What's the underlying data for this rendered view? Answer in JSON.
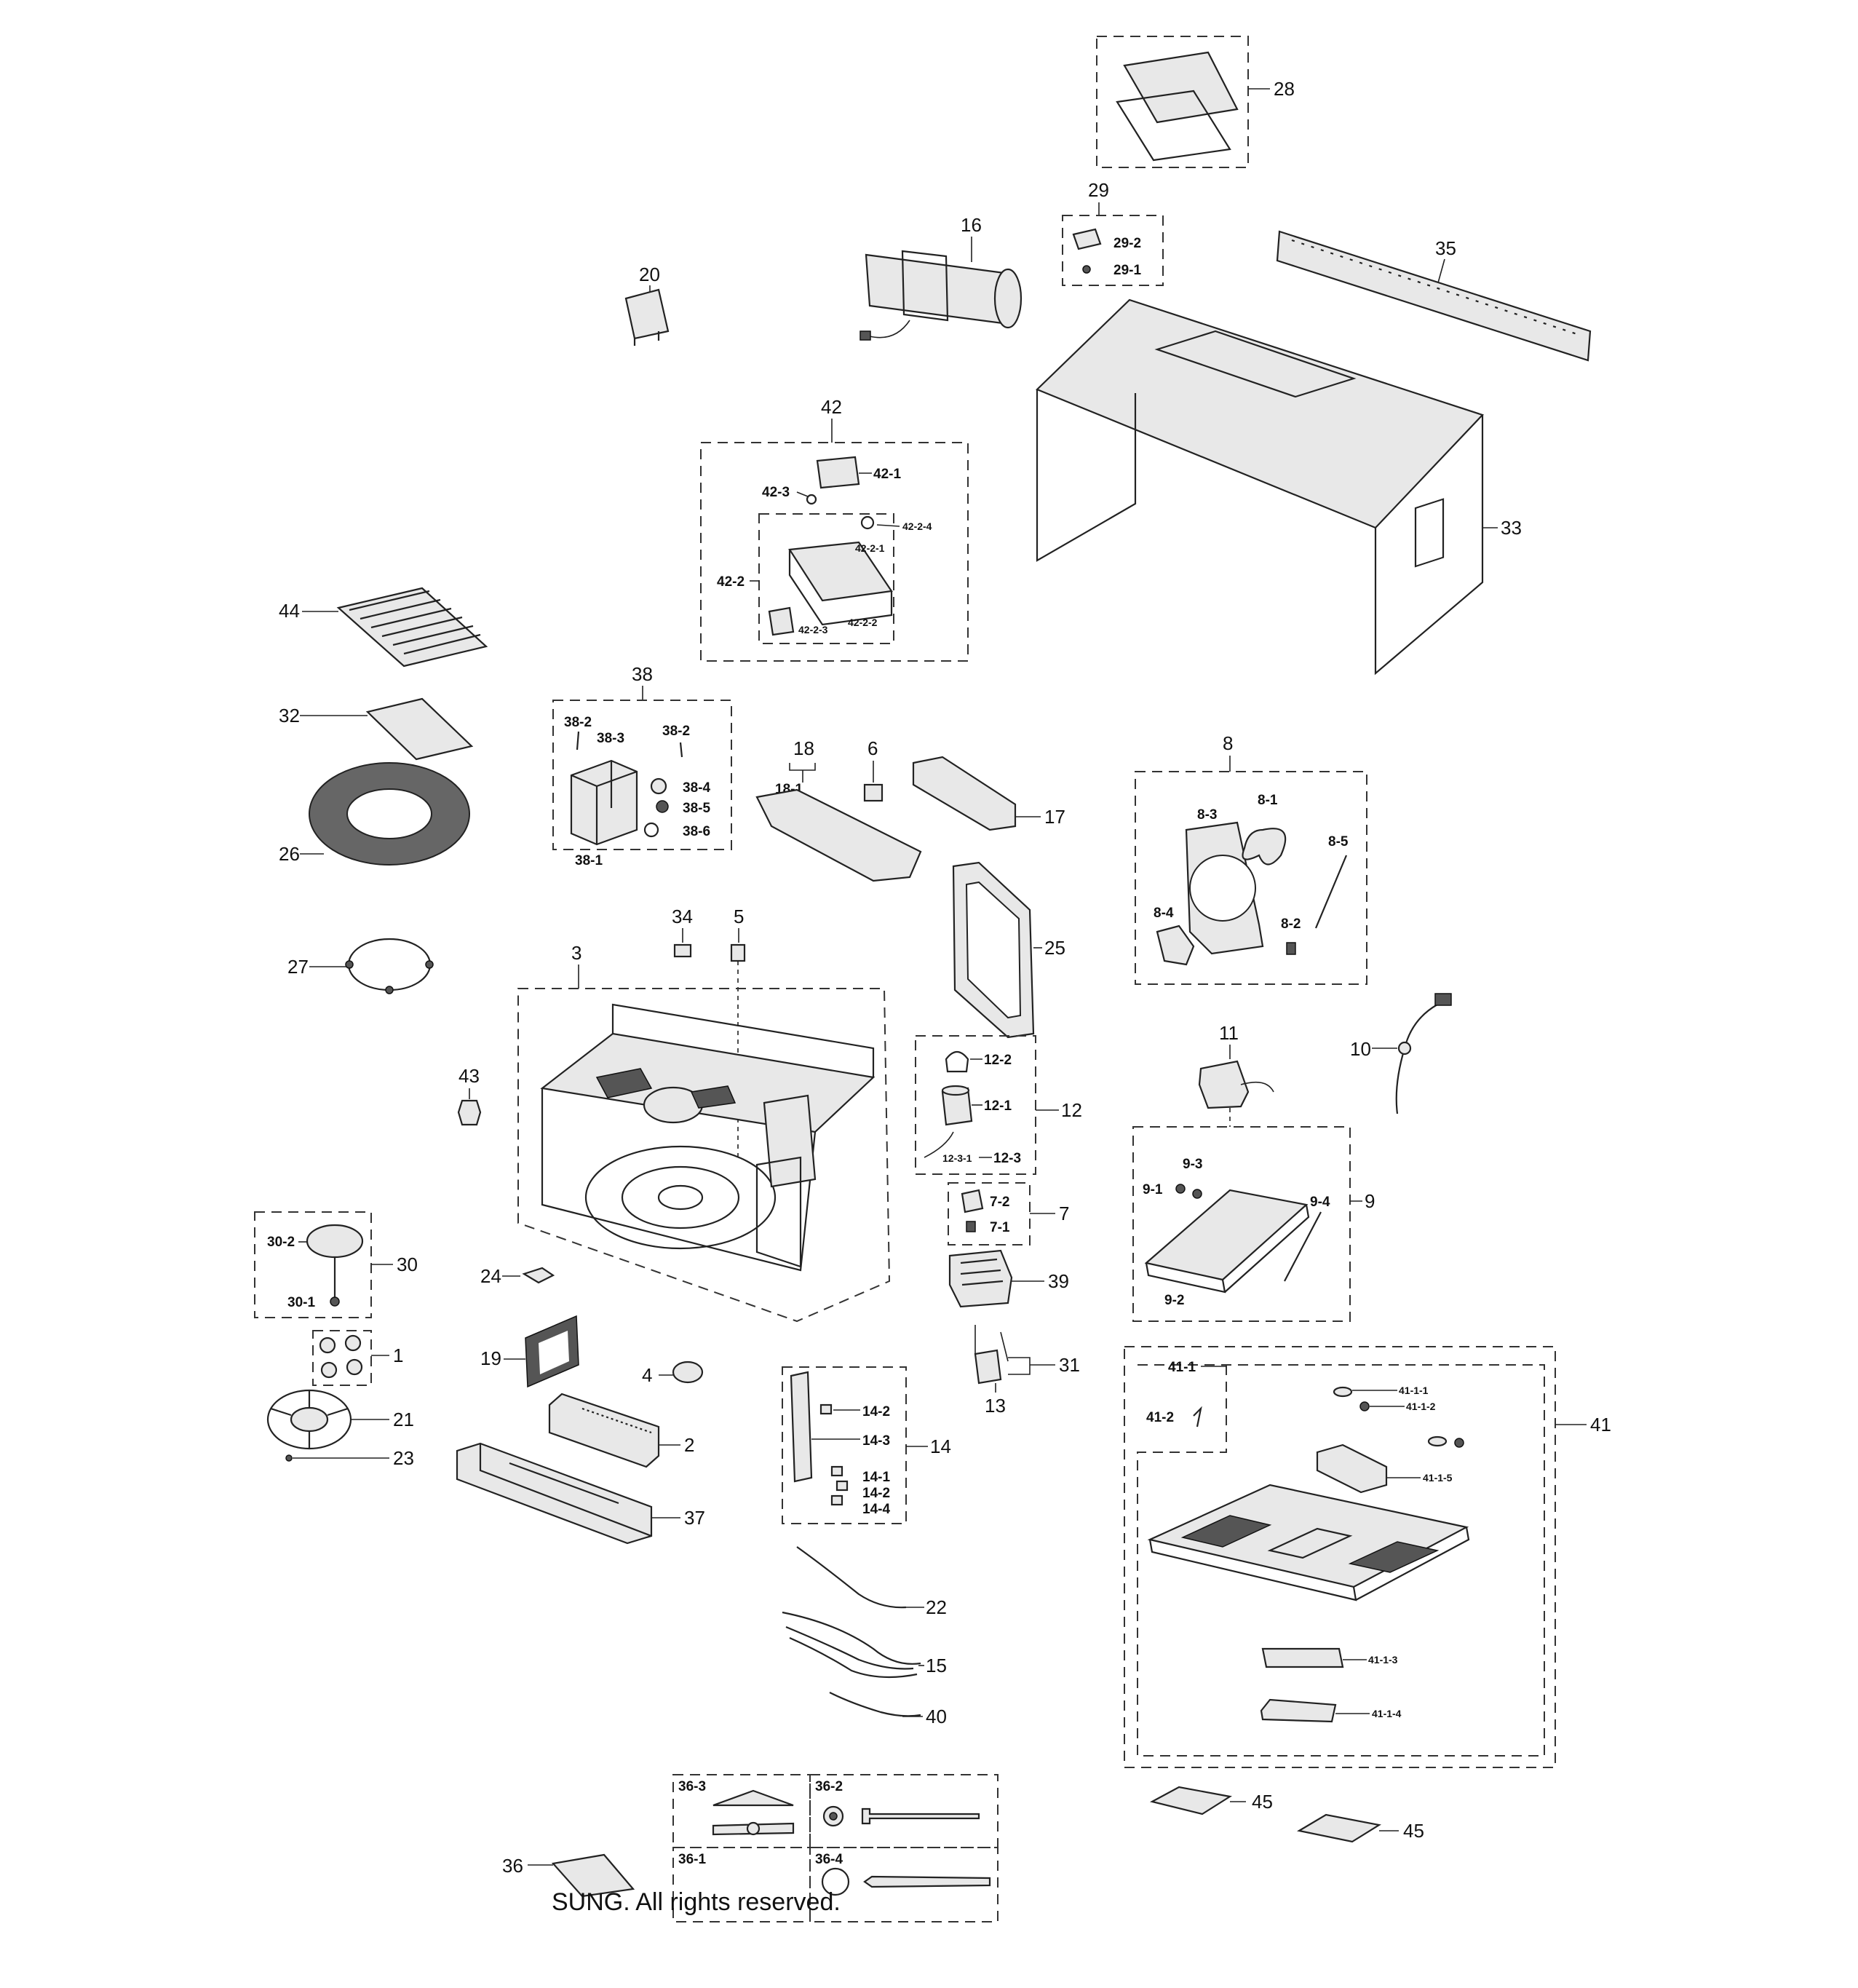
{
  "labels": {
    "l28": "28",
    "l29": "29",
    "l29_1": "29-1",
    "l29_2": "29-2",
    "l16": "16",
    "l20": "20",
    "l35": "35",
    "l42": "42",
    "l42_1": "42-1",
    "l42_2": "42-2",
    "l42_3": "42-3",
    "l42_2_1": "42-2-1",
    "l42_2_2": "42-2-2",
    "l42_2_3": "42-2-3",
    "l42_2_4": "42-2-4",
    "l33": "33",
    "l44": "44",
    "l32": "32",
    "l26": "26",
    "l27": "27",
    "l38": "38",
    "l38_1": "38-1",
    "l38_2a": "38-2",
    "l38_2b": "38-2",
    "l38_3": "38-3",
    "l38_4": "38-4",
    "l38_5": "38-5",
    "l38_6": "38-6",
    "l18": "18",
    "l18_1": "18-1",
    "l6": "6",
    "l17": "17",
    "l25": "25",
    "l8": "8",
    "l8_1": "8-1",
    "l8_2": "8-2",
    "l8_3": "8-3",
    "l8_4": "8-4",
    "l8_5": "8-5",
    "l34": "34",
    "l5": "5",
    "l3": "3",
    "l43": "43",
    "l12": "12",
    "l12_1": "12-1",
    "l12_2": "12-2",
    "l12_3": "12-3",
    "l12_3_1": "12-3-1",
    "l11": "11",
    "l10": "10",
    "l7": "7",
    "l7_1": "7-1",
    "l7_2": "7-2",
    "l9": "9",
    "l9_1": "9-1",
    "l9_2": "9-2",
    "l9_3": "9-3",
    "l9_4": "9-4",
    "l30": "30",
    "l30_1": "30-1",
    "l30_2": "30-2",
    "l24": "24",
    "l39": "39",
    "l1": "1",
    "l19": "19",
    "l4": "4",
    "l31": "31",
    "l13": "13",
    "l21": "21",
    "l23": "23",
    "l2": "2",
    "l37": "37",
    "l14": "14",
    "l14_1": "14-1",
    "l14_2a": "14-2",
    "l14_2b": "14-2",
    "l14_3": "14-3",
    "l14_4": "14-4",
    "l22": "22",
    "l15": "15",
    "l40": "40",
    "l41": "41",
    "l41_1": "41-1",
    "l41_2": "41-2",
    "l41_1_1": "41-1-1",
    "l41_1_2": "41-1-2",
    "l41_1_3": "41-1-3",
    "l41_1_4": "41-1-4",
    "l41_1_5": "41-1-5",
    "l45a": "45",
    "l45b": "45",
    "l36": "36",
    "l36_1": "36-1",
    "l36_2": "36-2",
    "l36_3": "36-3",
    "l36_4": "36-4"
  },
  "footer": {
    "copyright": "SUNG. All rights reserved."
  }
}
